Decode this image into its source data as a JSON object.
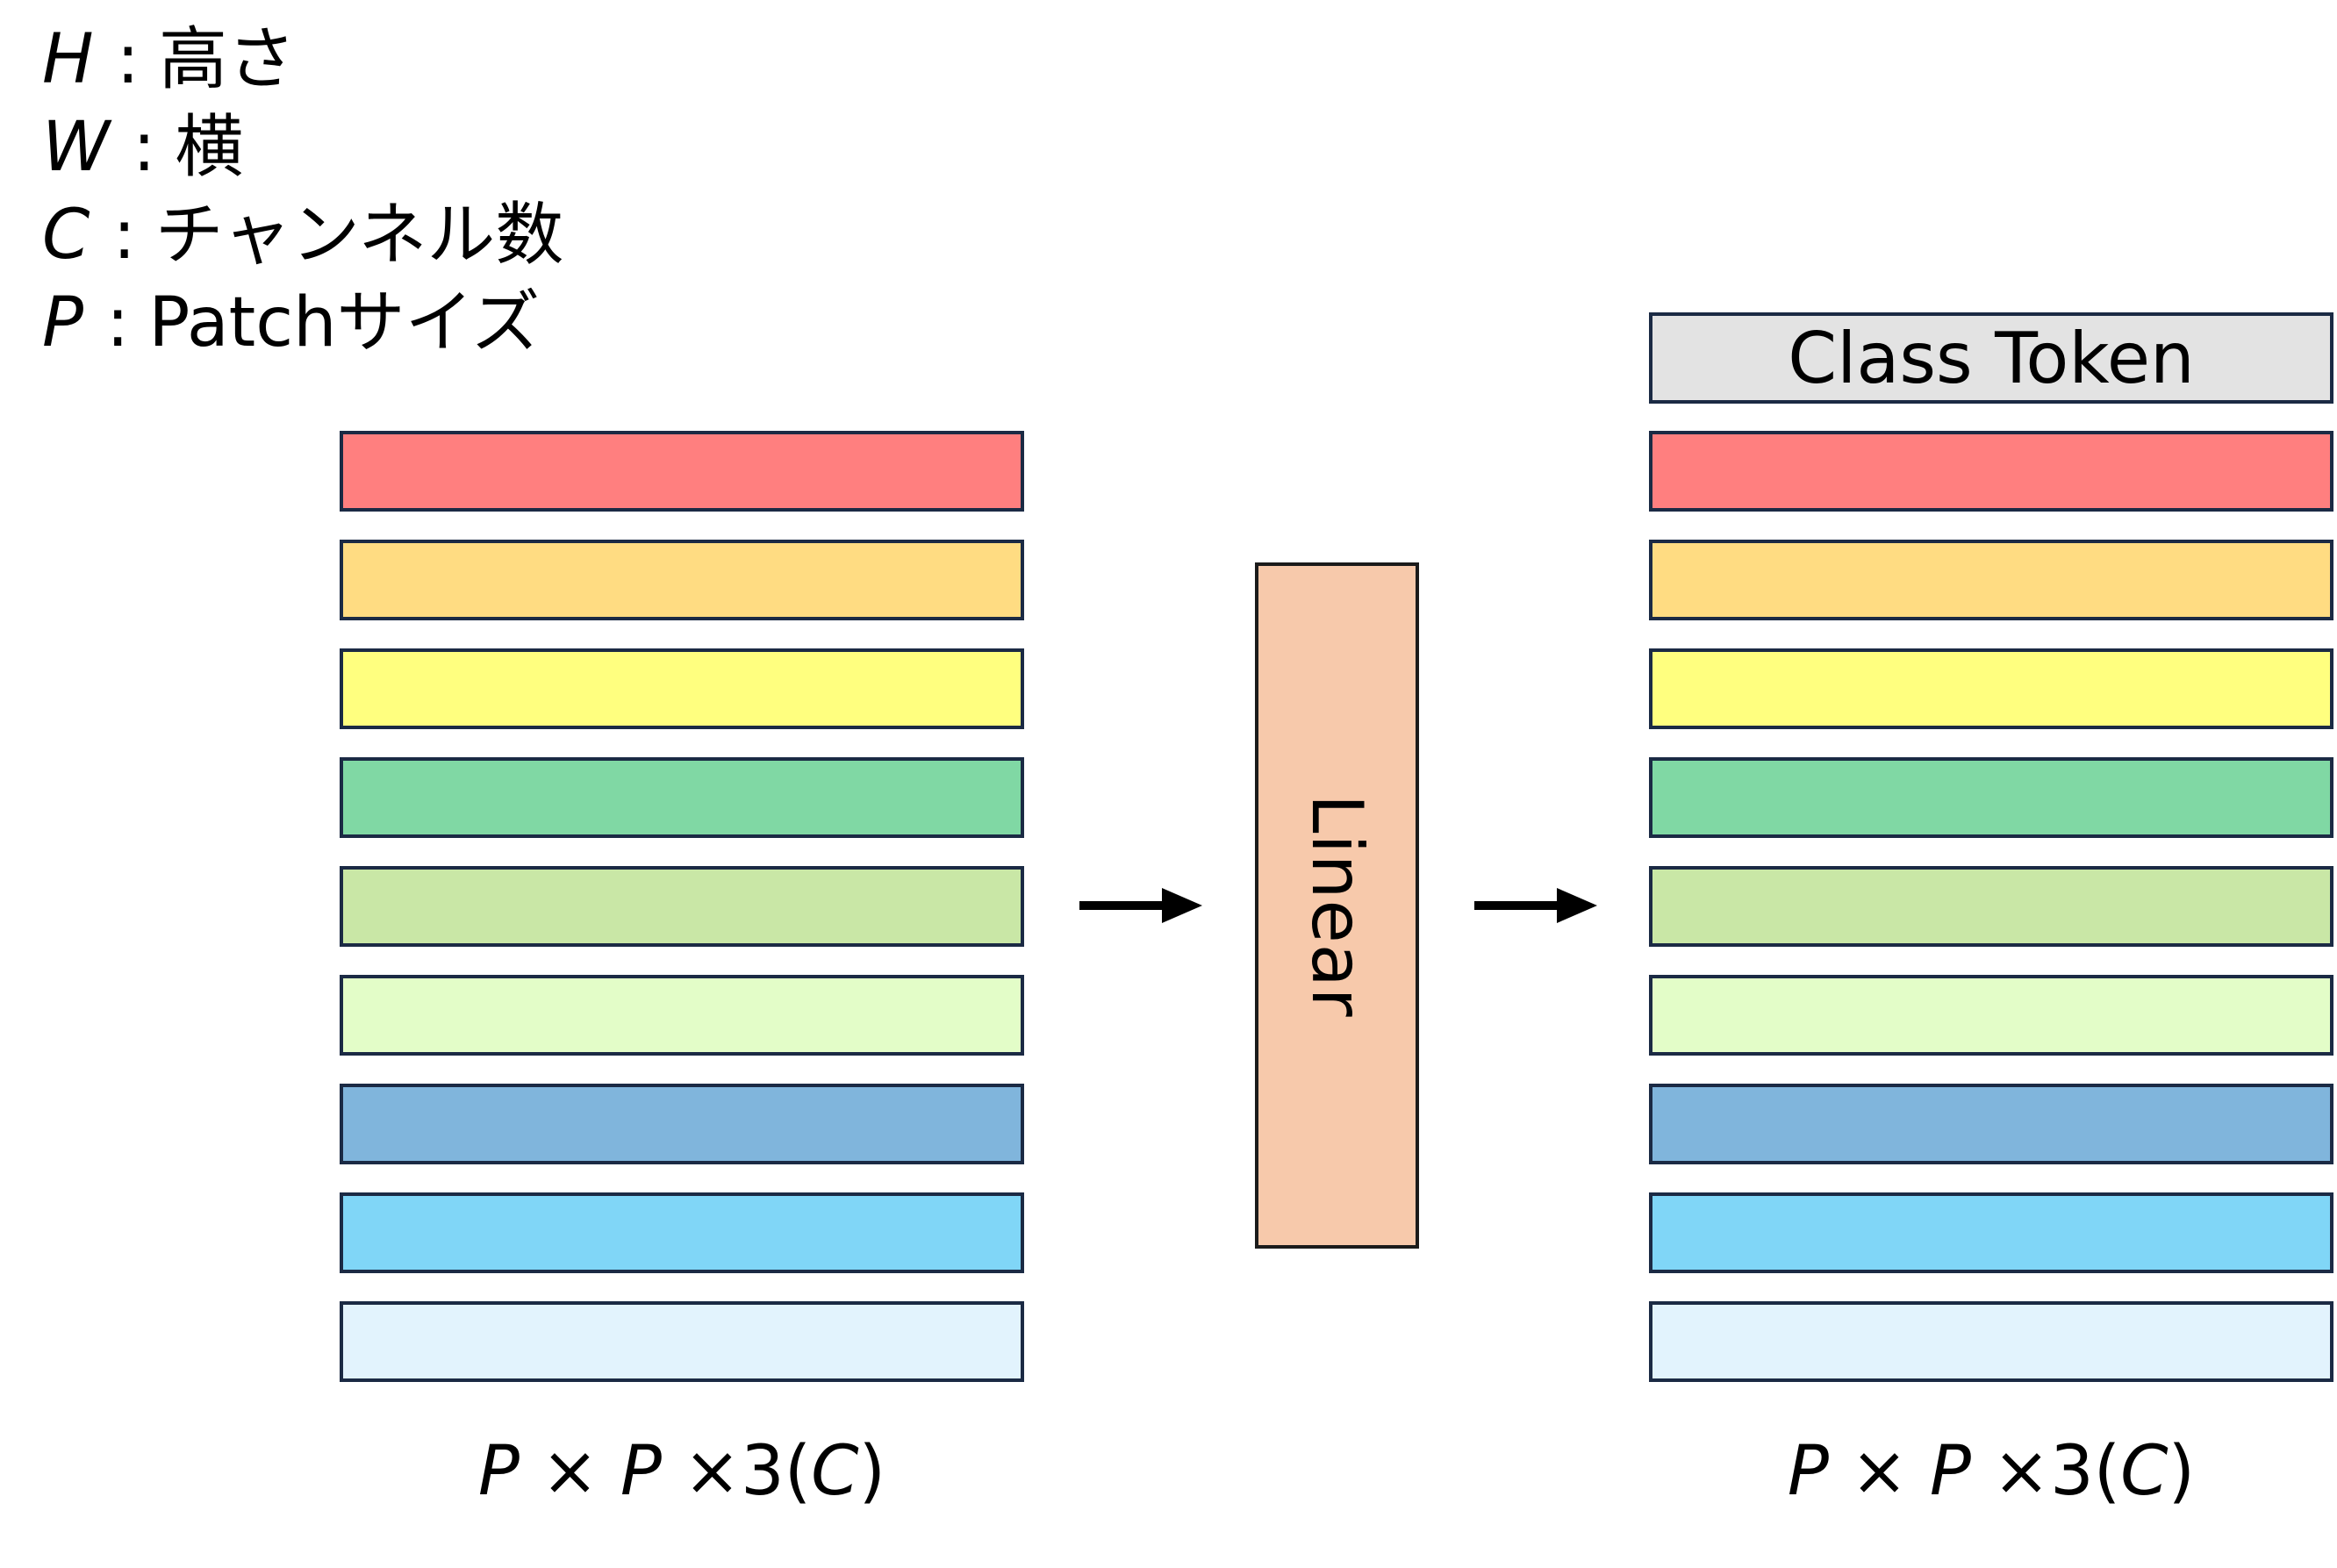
{
  "legend": [
    {
      "var": "H",
      "sep": ":",
      "desc": "高さ"
    },
    {
      "var": "W",
      "sep": ":",
      "desc": "横"
    },
    {
      "var": "C",
      "sep": ":",
      "desc": "チャンネル数"
    },
    {
      "var": "P",
      "sep": ":",
      "desc": "Patchサイズ"
    }
  ],
  "patch_colors": [
    "#ff7f7f",
    "#ffdc82",
    "#ffff7f",
    "#80d8a4",
    "#c9e7a6",
    "#e3fdc8",
    "#80b5dc",
    "#80d6f7",
    "#e2f3fd"
  ],
  "class_token": {
    "label": "Class Token",
    "color": "#e3e3e3"
  },
  "linear": {
    "label": "Linear",
    "color": "#f7c9ab"
  },
  "dim_label": {
    "p1": "P",
    "times1": " × ",
    "p2": "P",
    "times2": " ×3(",
    "c": "C",
    "close": ")"
  }
}
